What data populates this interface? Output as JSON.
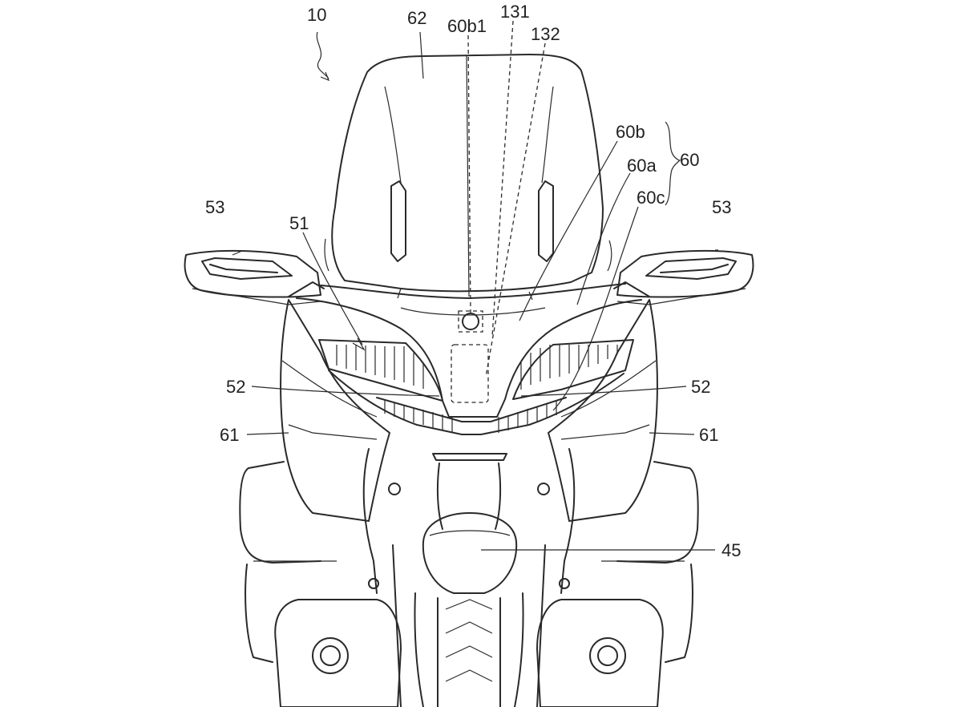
{
  "labels": {
    "vehicle": "10",
    "windscreen": "62",
    "sensor": "60b1",
    "ref131": "131",
    "ref132": "132",
    "part60b": "60b",
    "part60a": "60a",
    "part60c": "60c",
    "group60": "60",
    "mirror_left": "53",
    "mirror_right": "53",
    "headlight": "51",
    "lamp_left": "52",
    "lamp_right": "52",
    "cowl_left": "61",
    "cowl_right": "61",
    "fender": "45"
  }
}
